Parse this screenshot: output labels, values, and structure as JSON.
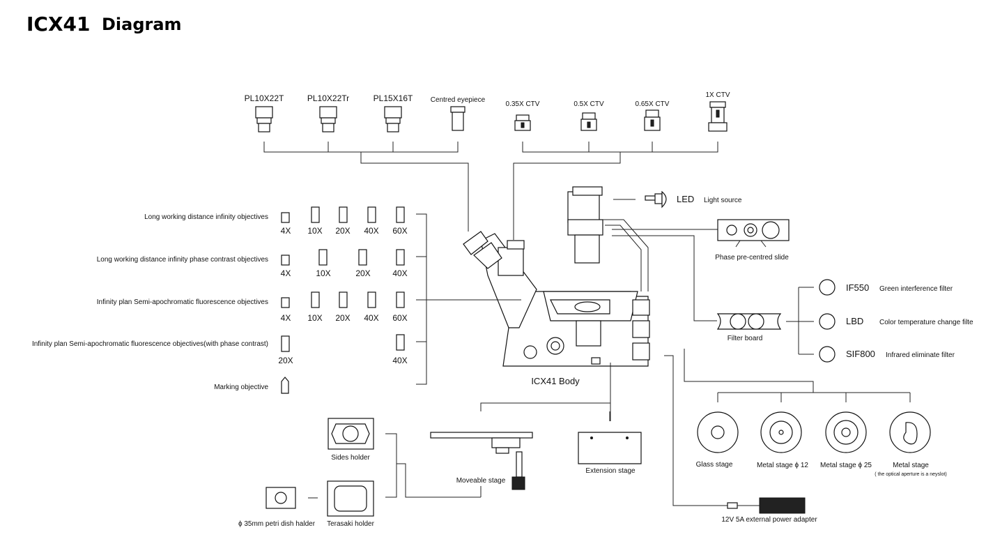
{
  "title": {
    "model": "ICX41",
    "suffix": "Diagram"
  },
  "eyepieces": [
    {
      "label": "PL10X22T"
    },
    {
      "label": "PL10X22Tr"
    },
    {
      "label": "PL15X16T"
    },
    {
      "label": "Centred eyepiece"
    }
  ],
  "ctv_adapters": [
    {
      "label": "0.35X  CTV"
    },
    {
      "label": "0.5X  CTV"
    },
    {
      "label": "0.65X  CTV"
    },
    {
      "label": "1X  CTV"
    }
  ],
  "light": {
    "led": "LED",
    "source": "Light source"
  },
  "phase_slide": {
    "label": "Phase pre-centred slide"
  },
  "filter_board": {
    "label": "Filter board"
  },
  "filters": [
    {
      "code": "IF550",
      "desc": "Green interference filter"
    },
    {
      "code": "LBD",
      "desc": "Color temperature change filte"
    },
    {
      "code": "SIF800",
      "desc": "Infrared eliminate filter"
    }
  ],
  "objective_groups": [
    {
      "label": "Long working distance infinity objectives",
      "mags": [
        "4X",
        "10X",
        "20X",
        "40X",
        "60X"
      ]
    },
    {
      "label": "Long working distance infinity phase contrast objectives",
      "mags": [
        "4X",
        "10X",
        "20X",
        "40X"
      ]
    },
    {
      "label": "Infinity plan Semi-apochromatic fluorescence objectives",
      "mags": [
        "4X",
        "10X",
        "20X",
        "40X",
        "60X"
      ]
    },
    {
      "label": "Infinity plan Semi-apochromatic fluorescence objectives(with phase contrast)",
      "mags": [
        "20X",
        "40X"
      ]
    },
    {
      "label": "Marking objective",
      "mags": []
    }
  ],
  "body": {
    "label": "ICX41 Body"
  },
  "stages": [
    {
      "label": "Glass stage",
      "sub": ""
    },
    {
      "label": "Metal stage ϕ 12",
      "sub": ""
    },
    {
      "label": "Metal stage ϕ 25",
      "sub": ""
    },
    {
      "label": "Metal stage",
      "sub": "( the optical aperture is a neyslot)"
    }
  ],
  "holders": {
    "sides": "Sides holder",
    "terasaki": "Terasaki holder",
    "petri": "ϕ 35mm petri dish halder"
  },
  "moveable_stage": {
    "label": "Moveable stage"
  },
  "extension_stage": {
    "label": "Extension stage"
  },
  "power_adapter": {
    "label": "12V 5A external power adapter"
  }
}
